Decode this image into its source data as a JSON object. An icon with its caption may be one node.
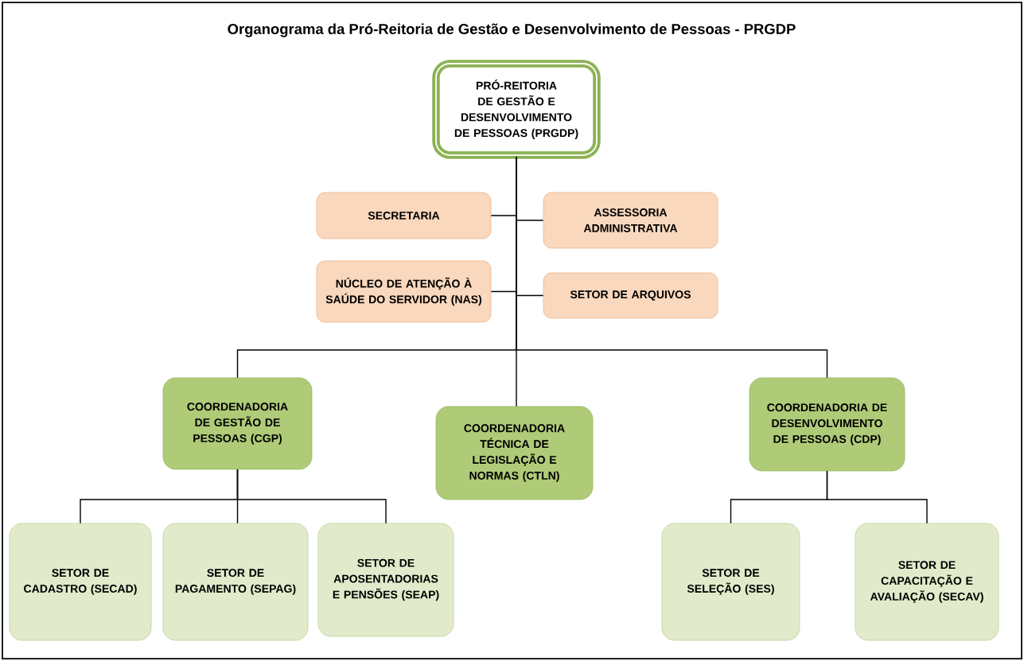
{
  "diagram": {
    "title": "Organograma da Pró-Reitoria de Gestão e Desenvolvimento de Pessoas - PRGDP",
    "nodes": [
      {
        "text": [
          "PRÓ-REITORIA DE GESTÃO E DESENVOLVIMENTO DE PESSOAS (PRGDP)"
        ]
      },
      {
        "text": [
          "SECRETARIA"
        ]
      },
      {
        "text": [
          "ASSESSORIA ADMINISTRATIVA"
        ]
      },
      {
        "text": [
          "NÚCLEO DE ATENÇÃO À SAÚDE DO SERVIDOR (NAS)"
        ]
      },
      {
        "text": [
          "SETOR DE ARQUIVOS"
        ]
      },
      {
        "text": [
          "COORDENADORIA DE GESTÃO DE PESSOAS (CGP)"
        ]
      },
      {
        "text": [
          "COORDENADORIA TÉCNICA DE LEGISLAÇÃO E NORMAS (CTLN)"
        ]
      },
      {
        "text": [
          "COORDENADORIA DE DESENVOLVIMENTO DE PESSOAS (CDP)"
        ]
      },
      {
        "text": [
          "SETOR DE CADASTRO (SECAD)"
        ]
      },
      {
        "text": [
          "SETOR  DE PAGAMENTO (SEPAG)"
        ]
      },
      {
        "text": [
          "SETOR DE APOSENTADORIAS E PENSÕES (SEAP)"
        ]
      },
      {
        "text": [
          "SETOR DE SELEÇÃO (SES)"
        ]
      },
      {
        "text": [
          "SETOR DE CAPACITAÇÃO E AVALIAÇÃO (SECAV)"
        ]
      }
    ],
    "edges": [
      {
        "from": 0,
        "to": 1,
        "arrow": "none"
      },
      {
        "from": 0,
        "to": 2,
        "arrow": "none"
      },
      {
        "from": 0,
        "to": 3,
        "arrow": "none"
      },
      {
        "from": 0,
        "to": 4,
        "arrow": "none"
      },
      {
        "from": 0,
        "to": 5,
        "arrow": "none"
      },
      {
        "from": 0,
        "to": 6,
        "arrow": "none"
      },
      {
        "from": 0,
        "to": 7,
        "arrow": "none"
      },
      {
        "from": 5,
        "to": 8,
        "arrow": "none"
      },
      {
        "from": 5,
        "to": 9,
        "arrow": "none"
      },
      {
        "from": 5,
        "to": 10,
        "arrow": "none"
      },
      {
        "from": 7,
        "to": 11,
        "arrow": "none"
      },
      {
        "from": 7,
        "to": 12,
        "arrow": "none"
      }
    ]
  }
}
